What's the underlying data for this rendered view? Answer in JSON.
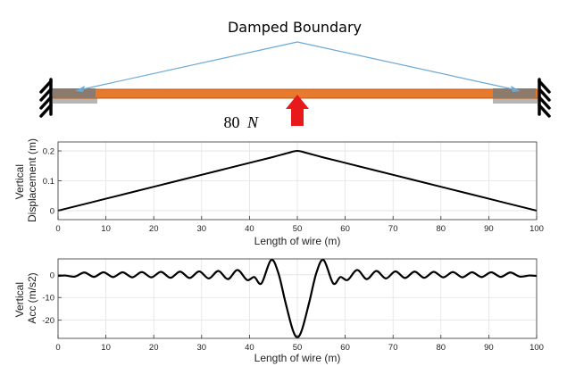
{
  "title": "Damped Boundary",
  "force": {
    "value": "80",
    "unit": "N"
  },
  "colors": {
    "wire": "#e87a2e",
    "wire_edge": "#b85a17",
    "damper": "#8c7a6c",
    "damper_shadow": "#b5b5b5",
    "pointer": "#6baad6",
    "arrow": "#e8191b",
    "curve": "#000000",
    "grid": "#e2e2e2"
  },
  "chart_data": [
    {
      "type": "line",
      "title": "",
      "xlabel": "Length of wire (m)",
      "ylabel": [
        "Vertical",
        "Displacement (m)"
      ],
      "xlim": [
        0,
        100
      ],
      "ylim": [
        -0.03,
        0.23
      ],
      "xticks": [
        0,
        10,
        20,
        30,
        40,
        50,
        60,
        70,
        80,
        90,
        100
      ],
      "yticks": [
        0,
        0.1,
        0.2
      ],
      "grid": true,
      "series": [
        {
          "x": [
            0,
            10,
            20,
            30,
            40,
            45,
            48,
            50,
            52,
            55,
            60,
            70,
            80,
            90,
            100
          ],
          "y": [
            0,
            0.04,
            0.08,
            0.12,
            0.16,
            0.18,
            0.193,
            0.2,
            0.193,
            0.18,
            0.16,
            0.12,
            0.08,
            0.04,
            0
          ]
        }
      ]
    },
    {
      "type": "line",
      "title": "",
      "xlabel": "Length of wire (m)",
      "ylabel": [
        "Vertical",
        "Acc (m/s2)"
      ],
      "xlim": [
        0,
        100
      ],
      "ylim": [
        -28,
        7
      ],
      "xticks": [
        0,
        10,
        20,
        30,
        40,
        50,
        60,
        70,
        80,
        90,
        100
      ],
      "yticks": [
        0,
        -10,
        -20
      ],
      "grid": true,
      "series": [
        {
          "x": [
            0,
            1.5,
            3.5,
            5.5,
            7.5,
            9.5,
            11.5,
            13.5,
            15.5,
            17.5,
            19.5,
            21.5,
            23.5,
            25.5,
            27.5,
            29.5,
            31.5,
            33.5,
            35.5,
            37.5,
            39.5,
            41,
            42.5,
            44.5,
            46,
            47.5,
            49,
            50,
            51,
            52.5,
            54,
            55.5,
            57.5,
            59,
            60.5,
            62.5,
            64.5,
            66.5,
            68.5,
            70.5,
            72.5,
            74.5,
            76.5,
            78.5,
            80.5,
            82.5,
            84.5,
            86.5,
            88.5,
            90.5,
            92.5,
            94.5,
            96.5,
            98.5,
            100
          ],
          "y": [
            -0.5,
            -0.3,
            -0.8,
            1.0,
            -0.9,
            1.1,
            -1.0,
            1.1,
            -1.1,
            1.2,
            -1.1,
            1.3,
            -1.3,
            1.4,
            -1.4,
            1.5,
            -1.6,
            1.7,
            -1.9,
            2.1,
            -2.3,
            -1.0,
            -3.8,
            6.5,
            1.0,
            -12,
            -24,
            -27.5,
            -24,
            -12,
            1.0,
            6.5,
            -3.8,
            -1.0,
            -2.3,
            2.1,
            -1.9,
            1.7,
            -1.6,
            1.5,
            -1.4,
            1.4,
            -1.3,
            1.3,
            -1.1,
            1.2,
            -1.1,
            1.1,
            -1.0,
            1.1,
            -0.9,
            1.0,
            -0.8,
            -0.3,
            -0.5
          ]
        }
      ]
    }
  ]
}
